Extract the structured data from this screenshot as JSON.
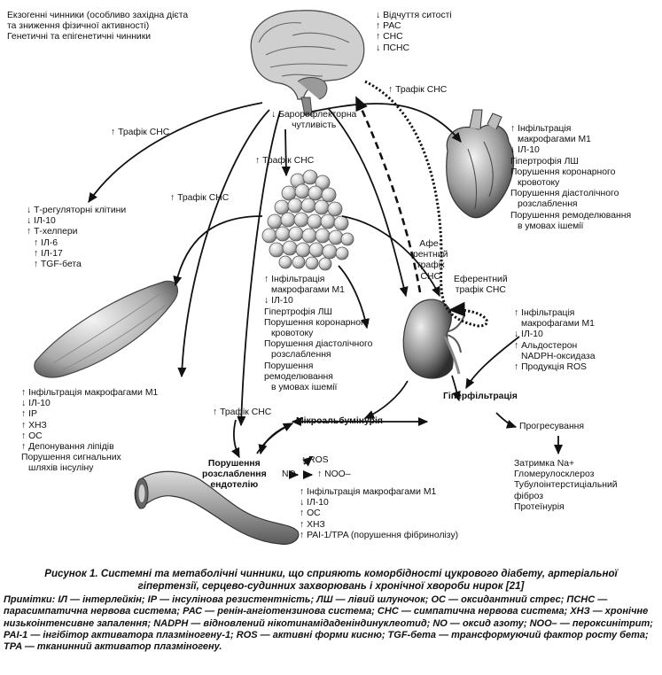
{
  "brain": {
    "factors": [
      "Екзогенні чинники (особливо західна дієта",
      "та зниження фізичної активності)",
      "Генетичні та епігенетичні чинники"
    ],
    "effects": [
      "↓ Відчуття ситості",
      "↑ РАС",
      "↑ СНС",
      "↓ ПСНС"
    ],
    "baroreflex": [
      "↓ Барорефлекторна",
      "чутливість"
    ]
  },
  "traffic": {
    "left": "↑ Трафік СНС",
    "adipose": "↑ Трафік СНС",
    "muscle": "↑ Трафік СНС",
    "heart": "↑ Трафік СНС",
    "endo": "↑ Трафік СНС",
    "afferent": [
      "Афе-",
      "рентний",
      "трафік",
      "СНС"
    ],
    "efferent": [
      "Еферентний",
      "трафік СНС"
    ]
  },
  "immune": [
    "↓ Т-регуляторні клітини",
    "↓ ІЛ-10",
    "↑ Т-хелпери",
    "↑ ІЛ-6",
    "↑ ІЛ-17",
    "↑ TGF-бета"
  ],
  "heart": [
    "↑ Інфільтрація",
    "макрофагами М1",
    "↓ ІЛ-10",
    "Гіпертрофія ЛШ",
    "Порушення коронарного",
    "кровотоку",
    "Порушення діастолічного",
    "розслаблення",
    "Порушення ремоделювання",
    "в умовах ішемії"
  ],
  "adipose": [
    "↑ Інфільтрація",
    "макрофагами М1",
    "↓ ІЛ-10",
    "Гіпертрофія ЛШ",
    "Порушення коронарного",
    "кровотоку",
    "Порушення діастолічного",
    "розслаблення",
    "Порушення",
    "ремоделювання",
    "в умовах ішемії"
  ],
  "muscle": [
    "↑ Інфільтрація макрофагами М1",
    "↓ ІЛ-10",
    "↑ ІР",
    "↑ ХНЗ",
    "↑ ОС",
    "↑ Депонування ліпідів",
    "Порушення сигнальних",
    "шляхів інсуліну"
  ],
  "kidney": [
    "↑ Інфільтрація",
    "макрофагами М1",
    "↓ ІЛ-10",
    "↑ Альдостерон",
    "NADPH-оксидаза",
    "↑ Продукція ROS"
  ],
  "hyperfiltration": "Гіперфільтрація",
  "microalbuminuria": "Мікроальбумінурія",
  "progression": "Прогресування",
  "progression_list": [
    "Затримка Na+",
    "Гломерулосклероз",
    "Тубулоінтерстиціальний",
    "фіброз",
    "Протеїнурія"
  ],
  "endothelium": [
    "Порушення",
    "розслаблення",
    "ендотелію"
  ],
  "ros": {
    "ros": "↑ ROS",
    "no": "NO",
    "noo": "↑ NOO–"
  },
  "endo_effects": [
    "↑ Інфільтрація макрофагами М1",
    "↓ ІЛ-10",
    "↑ ОС",
    "↑ ХНЗ",
    "↑ PAI-1/TPA (порушення фібринолізу)"
  ],
  "caption": {
    "title": "Рисунок 1. Системні та метаболічні чинники, що сприяють коморбідності цукрового діабету, артеріальної гіпертензії, серцево-судинних захворювань і хронічної хвороби нирок [21]",
    "notes_label": "Примітки:",
    "notes": "ІЛ — інтерлейкін; ІР — інсулінова резистентність; ЛШ — лівий шлуночок; ОС — оксидантний стрес; ПСНС — парасимпатична нервова система; РАС — ренін-ангіотензинова система; СНС — симпатична нервова система; ХНЗ — хронічне низькоінтенсивне запалення; NADPH — відновлений нікотинамідаденіндинуклеотид; NO — оксид азоту; NOO– — пероксинітрит; PAI-1 — інгібітор активатора плазміногену-1; ROS — активні форми кисню; TGF-бета — трансформуючий фактор росту бета; TPA — тканинний активатор плазміногену."
  }
}
